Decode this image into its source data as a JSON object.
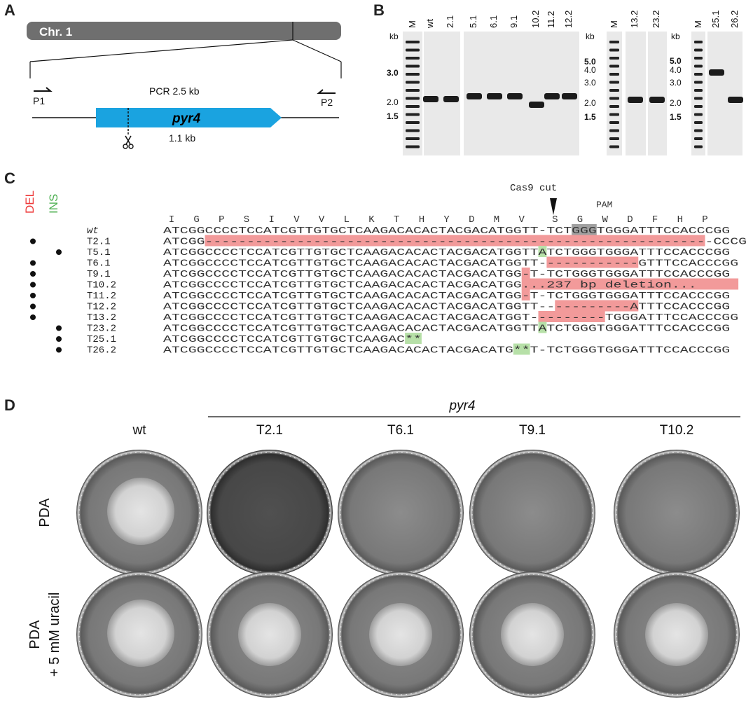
{
  "panel_a": {
    "label": "A",
    "chromosome": "Chr. 1",
    "pcr": "PCR 2.5 kb",
    "primer_left": "P1",
    "primer_right": "P2",
    "gene": "pyr4",
    "gene_size": "1.1 kb",
    "scissors_icon": "scissors-icon",
    "colors": {
      "chromosome": "#707070",
      "gene": "#1aa3e0"
    }
  },
  "panel_b": {
    "label": "B",
    "kb_label": "kb",
    "gels": [
      {
        "lanes": [
          "M",
          "wt",
          "2.1",
          "5.1",
          "6.1",
          "9.1",
          "10.2",
          "11.2",
          "12.2"
        ],
        "ladder": [
          {
            "label": "3.0",
            "bold": true
          },
          {
            "label": "2.0",
            "bold": false
          },
          {
            "label": "1.5",
            "bold": true
          }
        ]
      },
      {
        "lanes": [
          "M",
          "13.2",
          "23.2"
        ],
        "ladder": [
          {
            "label": "5.0",
            "bold": true
          },
          {
            "label": "4.0",
            "bold": false
          },
          {
            "label": "3.0",
            "bold": false
          },
          {
            "label": "2.0",
            "bold": false
          },
          {
            "label": "1.5",
            "bold": true
          }
        ]
      },
      {
        "lanes": [
          "M",
          "25.1",
          "26.2"
        ],
        "ladder": [
          {
            "label": "5.0",
            "bold": true
          },
          {
            "label": "4.0",
            "bold": false
          },
          {
            "label": "3.0",
            "bold": false
          },
          {
            "label": "2.0",
            "bold": false
          },
          {
            "label": "1.5",
            "bold": true
          }
        ]
      }
    ]
  },
  "panel_c": {
    "label": "C",
    "del_label": "DEL",
    "ins_label": "INS",
    "cas9_label": "Cas9 cut",
    "pam_label": "PAM",
    "amino_acids": [
      "I",
      "G",
      "P",
      "S",
      "I",
      "V",
      "V",
      "L",
      "K",
      "T",
      "H",
      "Y",
      "D",
      "M",
      "V",
      "S",
      "G",
      "W",
      "D",
      "F",
      "H",
      "P"
    ],
    "rows": [
      {
        "name": "wt",
        "del": false,
        "ins": false,
        "seq": "ATCGGCCCCTCCATCGTTGTGCTCAAGACACACTACGACATGGTT-TCTGGGTGGGATTTCCACCCGG"
      },
      {
        "name": "T2.1",
        "del": true,
        "ins": false,
        "seq": "ATCGG-------------------------------------------------------------CCCGG"
      },
      {
        "name": "T5.1",
        "del": false,
        "ins": true,
        "seq": "ATCGGCCCCTCCATCGTTGTGCTCAAGACACACTACGACATGGTTATCTGGGTGGGATTTCCACCCGG"
      },
      {
        "name": "T6.1",
        "del": true,
        "ins": false,
        "seq": "ATCGGCCCCTCCATCGTTGTGCTCAAGACACACTACGACATGGTT------------GTTTCCACCCGG"
      },
      {
        "name": "T9.1",
        "del": true,
        "ins": false,
        "seq": "ATCGGCCCCTCCATCGTTGTGCTCAAGACACACTACGACATGG-T-TCTGGGTGGGATTTCCACCCGG"
      },
      {
        "name": "T10.2",
        "del": true,
        "ins": false,
        "seq": "ATCGGCCCCTCCATCGTTGTGCTCAAGACACACTACGACATGG...237 bp deletion..."
      },
      {
        "name": "T11.2",
        "del": true,
        "ins": false,
        "seq": "ATCGGCCCCTCCATCGTTGTGCTCAAGACACACTACGACATGG-T-TCTGGGTGGGATTTCCACCCGG"
      },
      {
        "name": "T12.2",
        "del": true,
        "ins": false,
        "seq": "ATCGGCCCCTCCATCGTTGTGCTCAAGACACACTACGACATGGTT-----------ATTTCCACCCGG"
      },
      {
        "name": "T13.2",
        "del": true,
        "ins": false,
        "seq": "ATCGGCCCCTCCATCGTTGTGCTCAAGACACACTACGACATGGT---------TGGGATTTCCACCCGG"
      },
      {
        "name": "T23.2",
        "del": false,
        "ins": true,
        "seq": "ATCGGCCCCTCCATCGTTGTGCTCAAGACACACTACGACATGGTTATCTGGGTGGGATTTCCACCCGG"
      },
      {
        "name": "T25.1",
        "del": false,
        "ins": true,
        "seq": "ATCGGCCCCTCCATCGTTGTGCTCAAGAC**"
      },
      {
        "name": "T26.2",
        "del": false,
        "ins": true,
        "seq": "ATCGGCCCCTCCATCGTTGTGCTCAAGACACACTACGACATG**T-TCTGGGTGGGATTTCCACCCGG"
      }
    ],
    "colors": {
      "del": "#ee3a3a",
      "ins": "#4caf50",
      "del_bg": "#f29a9a",
      "ins_bg": "#b7e0a8",
      "pam_bg": "#a0a0a0"
    }
  },
  "panel_d": {
    "label": "D",
    "group_label": "pyr4",
    "columns": [
      "wt",
      "T2.1",
      "T6.1",
      "T9.1",
      "T10.2"
    ],
    "rows": [
      {
        "label": "PDA",
        "label2": "",
        "growth": [
          true,
          false,
          false,
          false,
          false
        ]
      },
      {
        "label": "PDA",
        "label2": "+ 5 mM uracil",
        "growth": [
          true,
          true,
          true,
          true,
          true
        ]
      }
    ]
  }
}
